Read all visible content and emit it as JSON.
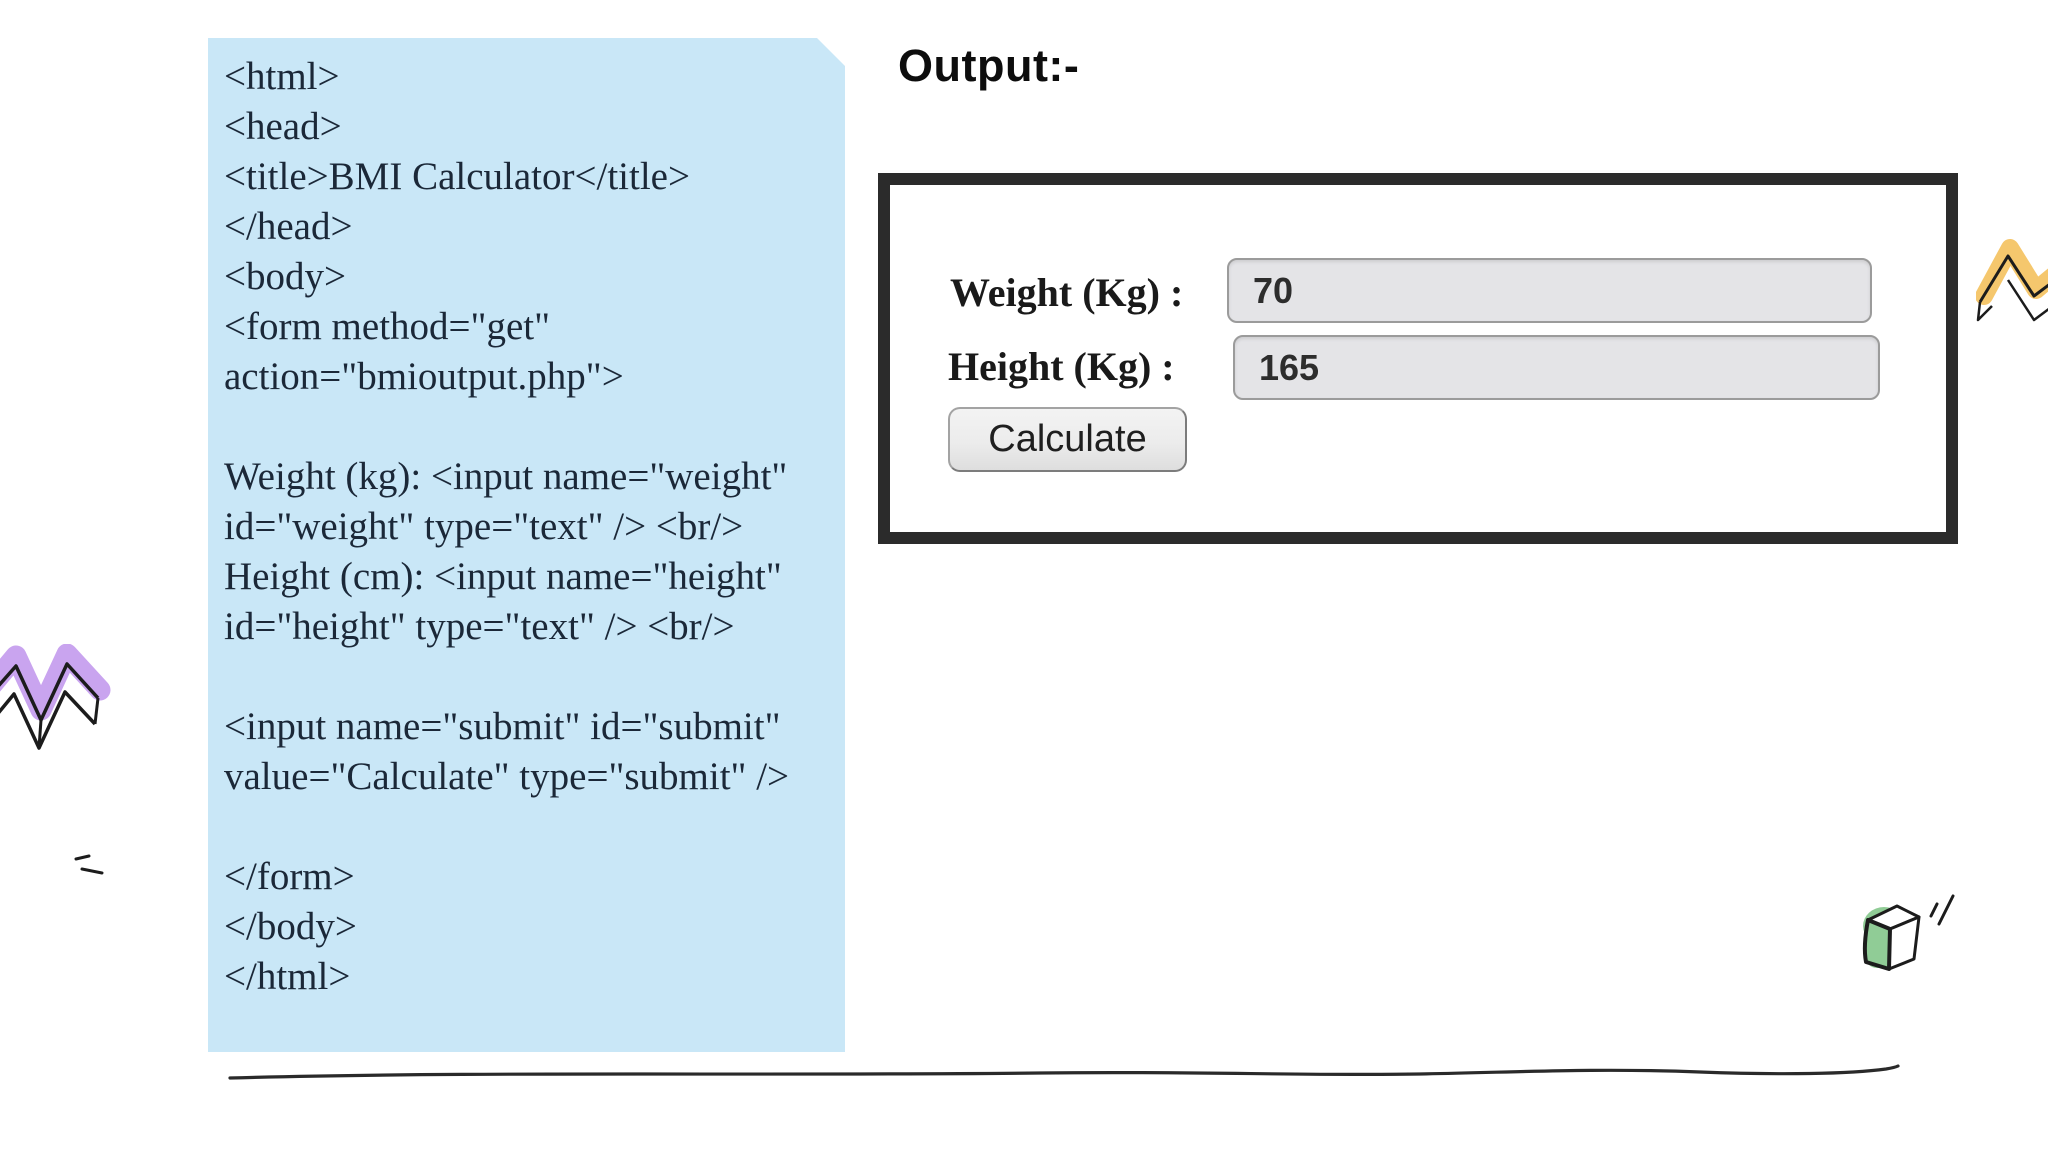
{
  "colors": {
    "panel_blue": "#c9e7f7",
    "code_text": "#1b2838",
    "box_border": "#2b2b2b",
    "input_bg": "#e4e4e7",
    "input_border": "#9b9b9b",
    "button_bg": "#ececec",
    "button_border": "#8f8f8f",
    "doodle_purple": "#c9a4ef",
    "doodle_orange": "#f5c76d",
    "doodle_green": "#90cc96",
    "ink": "#1c1c1c"
  },
  "code_panel": {
    "lines": [
      "<html>",
      "<head>",
      "<title>BMI Calculator</title>",
      "</head>",
      "<body>",
      "<form method=\"get\"",
      "action=\"bmioutput.php\">",
      "",
      "Weight (kg): <input name=\"weight\"",
      "id=\"weight\" type=\"text\" /> <br/>",
      "Height (cm): <input name=\"height\"",
      "id=\"height\" type=\"text\" /> <br/>",
      "",
      "<input name=\"submit\" id=\"submit\"",
      "value=\"Calculate\" type=\"submit\" />",
      "",
      "</form>",
      "</body>",
      "</html>"
    ]
  },
  "output": {
    "heading": "Output:-",
    "form": {
      "weight_label": "Weight (Kg) :",
      "weight_value": "70",
      "height_label": "Height (Kg) :",
      "height_value": "165",
      "button_label": "Calculate"
    }
  },
  "decorations": {
    "purple_zigzag": "zigzag-doodle-icon",
    "orange_zigzag": "zigzag-doodle-icon",
    "green_cube": "cube-doodle-icon",
    "slash_marks": "accent-slashes-icon",
    "dash_marks": "accent-dashes-icon",
    "underline": "hand-drawn-underline"
  }
}
